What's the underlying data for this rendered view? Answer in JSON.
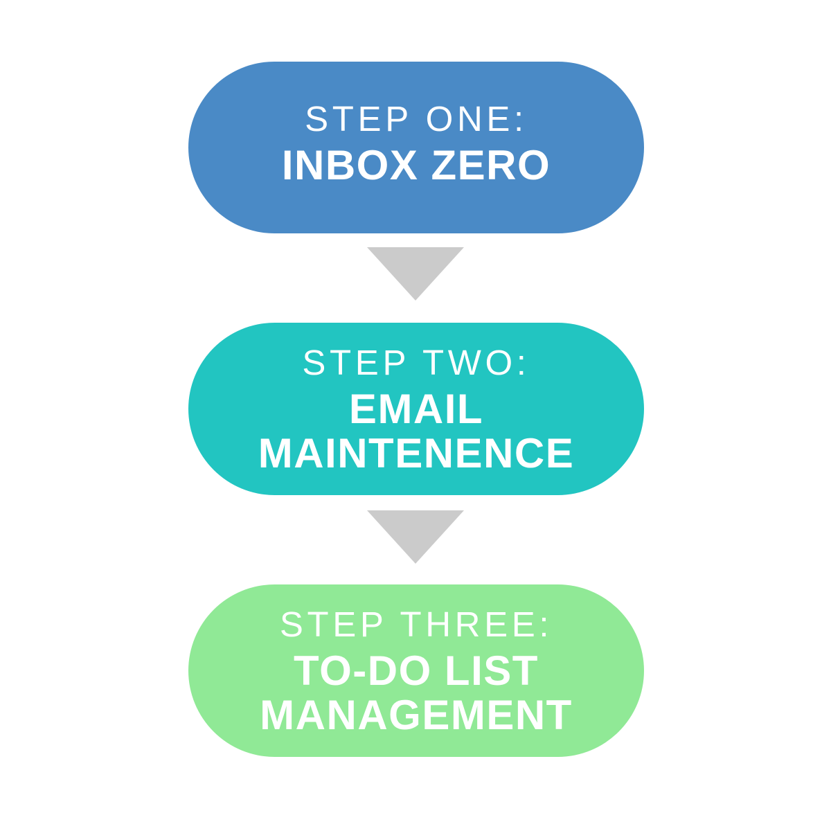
{
  "page": {
    "background_color": "#ffffff",
    "text_color": "#ffffff"
  },
  "diagram": {
    "type": "flowchart",
    "arrow_color": "#cbcbcb",
    "arrow_icon": "triangle-down",
    "steps": [
      {
        "label": "STEP ONE:",
        "title_lines": [
          "INBOX ZERO"
        ],
        "color": "#4a8ac6"
      },
      {
        "label": "STEP TWO:",
        "title_lines": [
          "EMAIL",
          "MAINTENENCE"
        ],
        "color": "#22c5c1"
      },
      {
        "label": "STEP THREE:",
        "title_lines": [
          "TO-DO LIST",
          "MANAGEMENT"
        ],
        "color": "#90e996"
      }
    ]
  }
}
